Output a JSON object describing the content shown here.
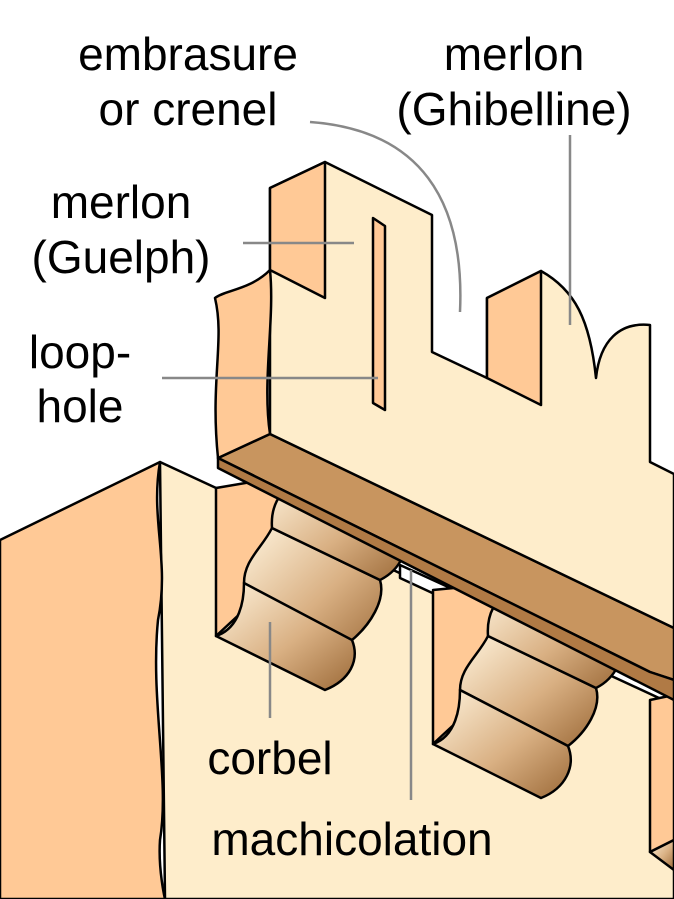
{
  "title": "Machicolation and crenellation diagram",
  "labels": {
    "embrasure_line1": "embrasure",
    "embrasure_line2": "or crenel",
    "ghibelline_line1": "merlon",
    "ghibelline_line2": "(Ghibelline)",
    "guelph_line1": "merlon",
    "guelph_line2": "(Guelph)",
    "loophole_line1": "loop-",
    "loophole_line2": "hole",
    "corbel": "corbel",
    "machicolation": "machicolation"
  },
  "colors": {
    "wall_front": "#FEEDCB",
    "wall_side": "#FFC996",
    "beam": "#C8955F",
    "leader": "#888888"
  }
}
